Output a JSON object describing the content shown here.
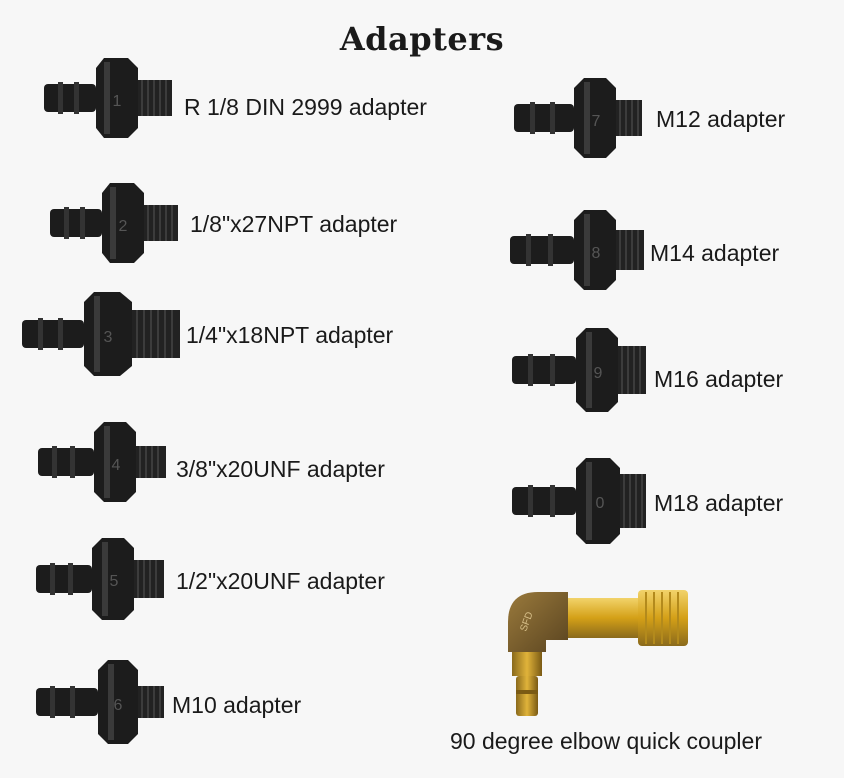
{
  "title": "Adapters",
  "colors": {
    "steel": "#1c1c1c",
    "steel_hi": "#3a3a3a",
    "brass": "#d4a017",
    "brass_dark": "#8a6a1c"
  },
  "left_column": [
    {
      "label": "R 1/8 DIN 2999 adapter",
      "number": "1",
      "icon": "quick-plug-adapter-icon"
    },
    {
      "label": "1/8\"x27NPT adapter",
      "number": "2",
      "icon": "quick-plug-adapter-icon"
    },
    {
      "label": "1/4\"x18NPT adapter",
      "number": "3",
      "icon": "quick-plug-adapter-icon"
    },
    {
      "label": "3/8\"x20UNF adapter",
      "number": "4",
      "icon": "quick-plug-adapter-icon"
    },
    {
      "label": "1/2\"x20UNF adapter",
      "number": "5",
      "icon": "quick-plug-adapter-icon"
    },
    {
      "label": "M10 adapter",
      "number": "6",
      "icon": "quick-plug-adapter-icon"
    }
  ],
  "right_column": [
    {
      "label": "M12 adapter",
      "number": "7",
      "icon": "quick-plug-adapter-icon"
    },
    {
      "label": "M14 adapter",
      "number": "8",
      "icon": "quick-plug-adapter-icon"
    },
    {
      "label": "M16 adapter",
      "number": "9",
      "icon": "quick-plug-adapter-icon"
    },
    {
      "label": "M18 adapter",
      "number": "0",
      "icon": "quick-plug-adapter-icon"
    }
  ],
  "coupler": {
    "label": "90 degree elbow quick coupler",
    "stamp": "SFD",
    "icon": "elbow-quick-coupler-icon"
  }
}
